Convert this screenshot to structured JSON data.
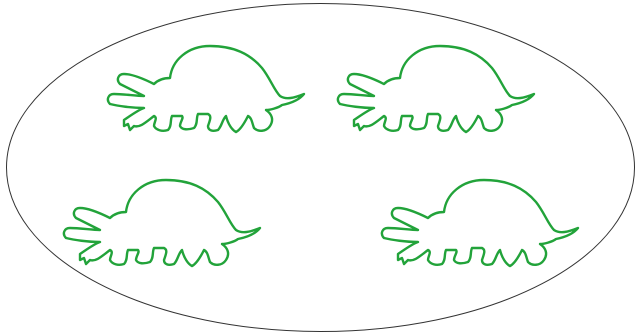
{
  "set": {
    "shape": "ellipse",
    "outline_color": "#333333"
  },
  "items": [
    {
      "kind": "turtle",
      "icon": "turtle-icon",
      "color": "#22a33a"
    },
    {
      "kind": "turtle",
      "icon": "turtle-icon",
      "color": "#22a33a"
    },
    {
      "kind": "turtle",
      "icon": "turtle-icon",
      "color": "#22a33a"
    },
    {
      "kind": "turtle",
      "icon": "turtle-icon",
      "color": "#22a33a"
    }
  ],
  "item_count": 4
}
